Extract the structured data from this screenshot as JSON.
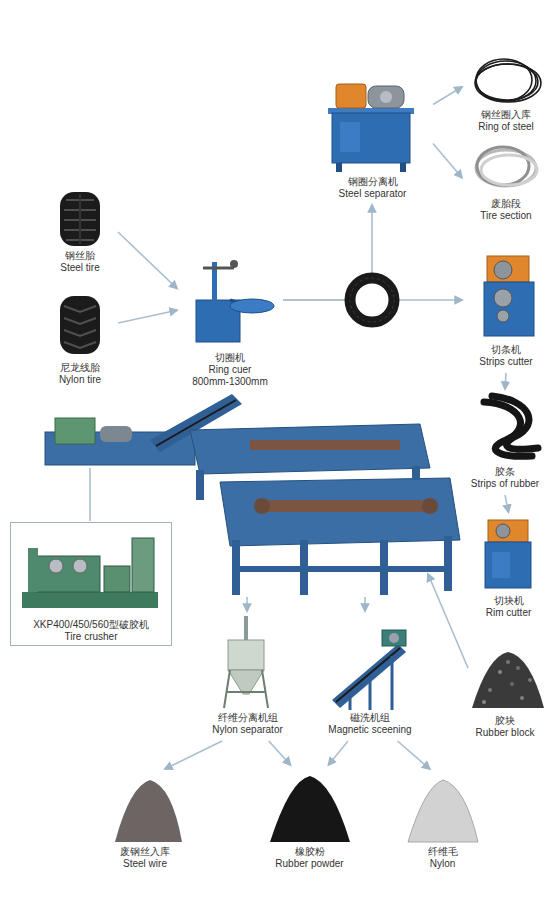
{
  "diagram": {
    "nodes": [
      {
        "text": [
          "钢圈分离机",
          "Steel separator"
        ]
      },
      {
        "text": [
          "钢丝圈入库",
          "Ring of steel"
        ]
      },
      {
        "text": [
          "废胎段",
          "Tire section"
        ]
      },
      {
        "text": [
          "钢丝胎",
          "Steel tire"
        ]
      },
      {
        "text": [
          "尼龙线胎",
          "Nylon tire"
        ]
      },
      {
        "text": [
          "切圈机",
          "Ring cuer",
          "800mm-1300mm"
        ]
      },
      {
        "text": [
          "切条机",
          "Strips cutter"
        ]
      },
      {
        "text": [
          "胶条",
          "Strips of rubber"
        ]
      },
      {
        "text": [
          "切块机",
          "Rim cutter"
        ]
      },
      {
        "text": [
          "胶块",
          "Rubber block"
        ]
      },
      {
        "text": [
          "XKP400/450/560型破胶机",
          "Tire crusher"
        ]
      },
      {
        "text": [
          "纤维分离机组",
          "Nylon separator"
        ]
      },
      {
        "text": [
          "磁洗机组",
          "Magnetic sceening"
        ]
      },
      {
        "text": [
          "废钢丝入库",
          "Steel wire"
        ]
      },
      {
        "text": [
          "橡胶粉",
          "Rubber powder"
        ]
      },
      {
        "text": [
          "纤维毛",
          "Nylon"
        ]
      }
    ],
    "edges": [
      {
        "from": 3,
        "to": 5,
        "arrow": "to"
      },
      {
        "from": 4,
        "to": 5,
        "arrow": "to"
      },
      {
        "from": 5,
        "to": 0,
        "arrow": "to"
      },
      {
        "from": 5,
        "to": 6,
        "arrow": "to"
      },
      {
        "from": 0,
        "to": 1,
        "arrow": "to"
      },
      {
        "from": 0,
        "to": 2,
        "arrow": "to"
      },
      {
        "from": 6,
        "to": 7,
        "arrow": "to"
      },
      {
        "from": 7,
        "to": 8,
        "arrow": "to"
      },
      {
        "from": 11,
        "to": 13,
        "arrow": "to"
      },
      {
        "from": 11,
        "to": 14,
        "arrow": "to"
      },
      {
        "from": 12,
        "to": 14,
        "arrow": "to"
      },
      {
        "from": 12,
        "to": 15,
        "arrow": "to"
      }
    ]
  }
}
